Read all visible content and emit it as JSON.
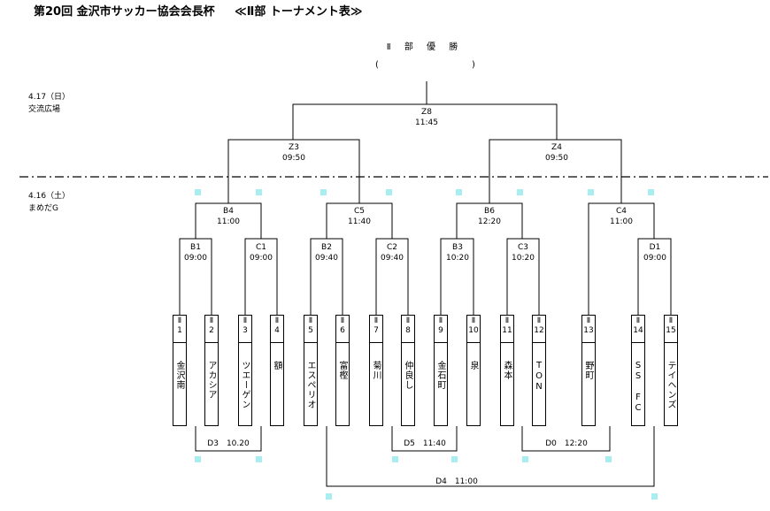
{
  "header": {
    "title": "第20回 金沢市サッカー協会会長杯",
    "subtitle": "≪Ⅱ部 トーナメント表≫"
  },
  "champion": {
    "label": "Ⅱ 部 優 勝",
    "open_paren": "(",
    "close_paren": ")"
  },
  "days": [
    {
      "date": "4.17（日）",
      "venue": "交流広場"
    },
    {
      "date": "4.16（土）",
      "venue": "まめだG"
    }
  ],
  "matches": {
    "z8": {
      "code": "Z8",
      "time": "11:45"
    },
    "z3": {
      "code": "Z3",
      "time": "09:50"
    },
    "z4": {
      "code": "Z4",
      "time": "09:50"
    },
    "b4": {
      "code": "B4",
      "time": "11:00"
    },
    "c5": {
      "code": "C5",
      "time": "11:40"
    },
    "b6": {
      "code": "B6",
      "time": "12:20"
    },
    "c4": {
      "code": "C4",
      "time": "11:00"
    },
    "b1": {
      "code": "B1",
      "time": "09:00"
    },
    "c1": {
      "code": "C1",
      "time": "09:00"
    },
    "b2": {
      "code": "B2",
      "time": "09:40"
    },
    "c2": {
      "code": "C2",
      "time": "09:40"
    },
    "b3": {
      "code": "B3",
      "time": "10:20"
    },
    "c3": {
      "code": "C3",
      "time": "10:20"
    },
    "d1": {
      "code": "D1",
      "time": "09:00"
    },
    "d3": {
      "label": "D3　10.20"
    },
    "d5": {
      "label": "D5　11:40"
    },
    "d0": {
      "label": "D0　12:20"
    },
    "d4": {
      "label": "D4　11:00"
    }
  },
  "teams": [
    {
      "division": "Ⅱ",
      "number": "1",
      "name": "金沢南"
    },
    {
      "division": "Ⅱ",
      "number": "2",
      "name": "アカシア"
    },
    {
      "division": "Ⅱ",
      "number": "3",
      "name": "ツエーゲン"
    },
    {
      "division": "Ⅱ",
      "number": "4",
      "name": "額"
    },
    {
      "division": "Ⅱ",
      "number": "5",
      "name": "エスペリオ"
    },
    {
      "division": "Ⅱ",
      "number": "6",
      "name": "富樫"
    },
    {
      "division": "Ⅱ",
      "number": "7",
      "name": "菊川"
    },
    {
      "division": "Ⅱ",
      "number": "8",
      "name": "仲良し"
    },
    {
      "division": "Ⅱ",
      "number": "9",
      "name": "金石町"
    },
    {
      "division": "Ⅱ",
      "number": "10",
      "name": "泉"
    },
    {
      "division": "Ⅱ",
      "number": "11",
      "name": "森本"
    },
    {
      "division": "Ⅱ",
      "number": "12",
      "name": "TON"
    },
    {
      "division": "Ⅱ",
      "number": "13",
      "name": "野町"
    },
    {
      "division": "Ⅱ",
      "number": "14",
      "name": "SS FC"
    },
    {
      "division": "Ⅱ",
      "number": "15",
      "name": "テイヘンズ"
    }
  ],
  "colors": {
    "line": "#000000",
    "marker": "#a8eef0"
  }
}
